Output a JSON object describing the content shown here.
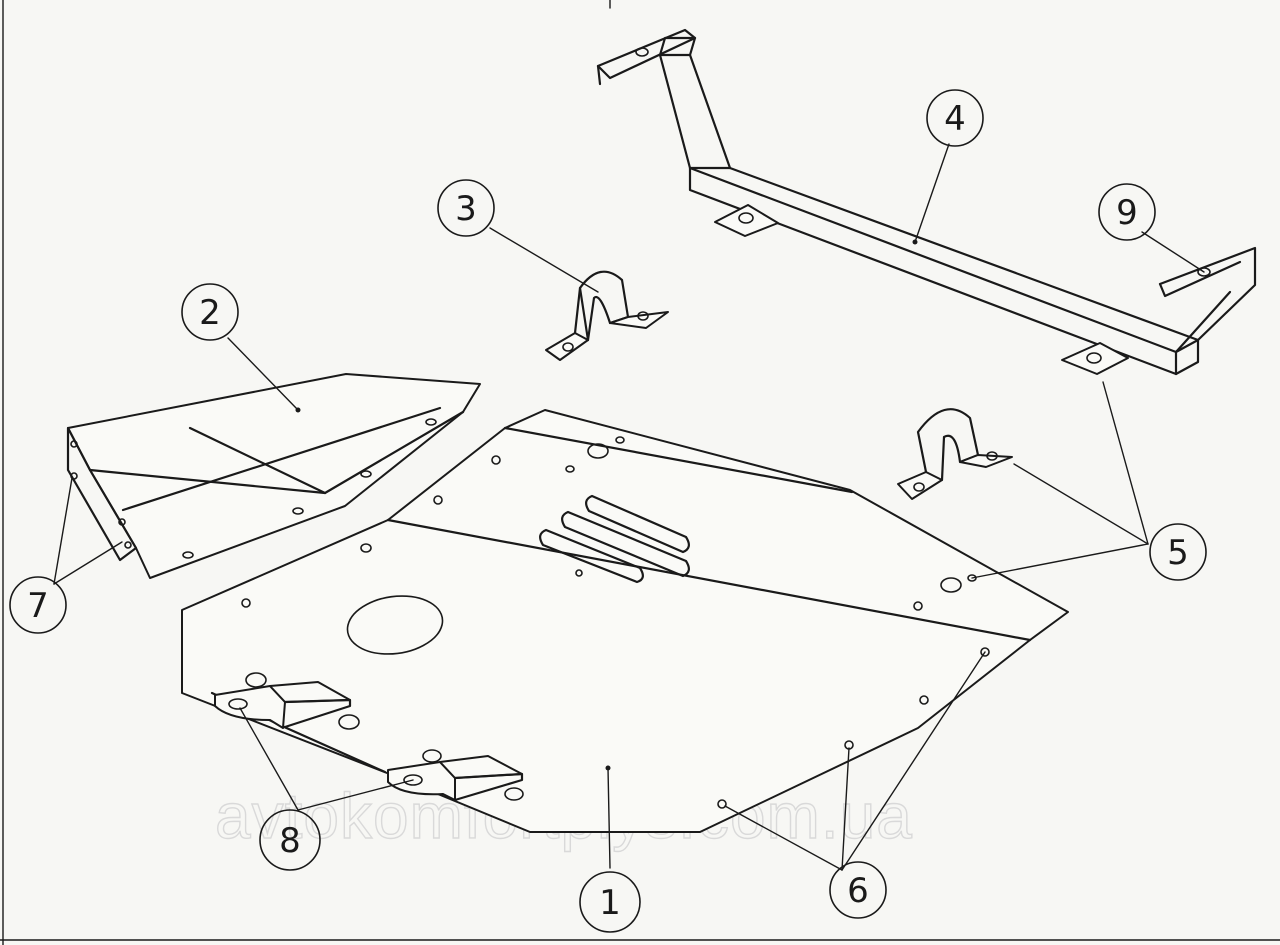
{
  "callouts": [
    {
      "id": "1",
      "label": "1"
    },
    {
      "id": "2",
      "label": "2"
    },
    {
      "id": "3",
      "label": "3"
    },
    {
      "id": "4",
      "label": "4"
    },
    {
      "id": "5",
      "label": "5"
    },
    {
      "id": "6",
      "label": "6"
    },
    {
      "id": "7",
      "label": "7"
    },
    {
      "id": "8",
      "label": "8"
    },
    {
      "id": "9",
      "label": "9"
    }
  ],
  "watermark": "avtokomfortplys.com.ua",
  "colors": {
    "ink": "#1a1a1a",
    "paper": "#f7f7f4",
    "watermark": "#d9d9d9"
  }
}
